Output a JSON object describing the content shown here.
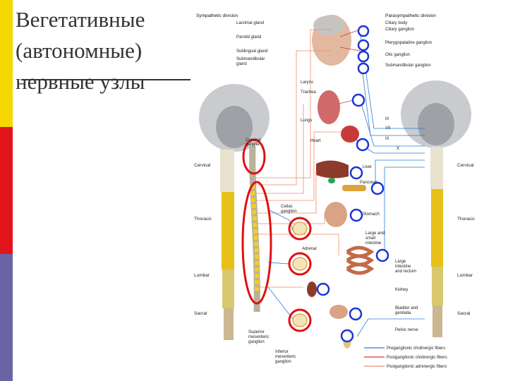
{
  "slide": {
    "title_lines": [
      "Вегетативные",
      "(автономные)",
      "нервные узлы"
    ]
  },
  "diagram": {
    "headers": {
      "sympathetic": "Sympathetic division",
      "parasympathetic": "Parasympathetic division"
    },
    "left_labels": {
      "lacrimal_gland": "Lacrimal gland",
      "parotid_gland": "Parotid gland",
      "sublingual_gland": "Sublingual gland",
      "submandibular_gland": "Submandibular",
      "submandibular_gland2": "gland",
      "cervical": "Cervical",
      "thoracic": "Thoracic",
      "lumbar": "Lumbar",
      "sacral": "Sacral",
      "celiac_ganglion": "Celiac",
      "celiac_ganglion2": "ganglion",
      "adrenal": "Adrenal",
      "superior_mesenteric": "Superior",
      "superior_mesenteric2": "mesenteric",
      "superior_mesenteric3": "ganglion",
      "inferior_mesenteric": "Inferior",
      "inferior_mesenteric2": "mesenteric",
      "inferior_mesenteric3": "ganglion",
      "cervical_ganglia": "Cervical",
      "cervical_ganglia2": "ganglia"
    },
    "center_labels": {
      "larynx": "Larynx",
      "trachea": "Trachea",
      "lungs": "Lungs",
      "heart": "Heart",
      "liver": "Liver",
      "pancreas": "Pancreas",
      "stomach": "Stomach",
      "large_small_1": "Large and",
      "large_small_2": "small",
      "large_small_3": "intestine",
      "large_rect_1": "Large",
      "large_rect_2": "intestine",
      "large_rect_3": "and rectum",
      "kidney": "Kidney",
      "bladder_1": "Bladder and",
      "bladder_2": "genitalia",
      "pelvic_nerve": "Pelvic nerve"
    },
    "right_labels": {
      "ciliary_body": "Ciliary body",
      "ciliary_ganglion": "Ciliary ganglion",
      "pterygopalatine": "Pterygopalatine ganglion",
      "otic": "Otic ganglion",
      "submandibular_ganglion": "Submandibular ganglion",
      "vii": "VII",
      "ix": "IX",
      "x": "X",
      "iii": "III",
      "cervical": "Cervical",
      "thoracic": "Thoracic",
      "lumbar": "Lumbar",
      "sacral": "Sacral"
    },
    "legend": [
      {
        "label": "Preganglionic cholinergic fibers",
        "color": "#2a7bd6"
      },
      {
        "label": "Postganglionic cholinergic fibers",
        "color": "#c63c3c"
      },
      {
        "label": "Postganglionic adrenergic fibers",
        "color": "#f08a6a"
      }
    ],
    "colors": {
      "spine": "#e8c01a",
      "ganglion_circle": "#1a35d6",
      "highlight": "#e01010"
    }
  }
}
